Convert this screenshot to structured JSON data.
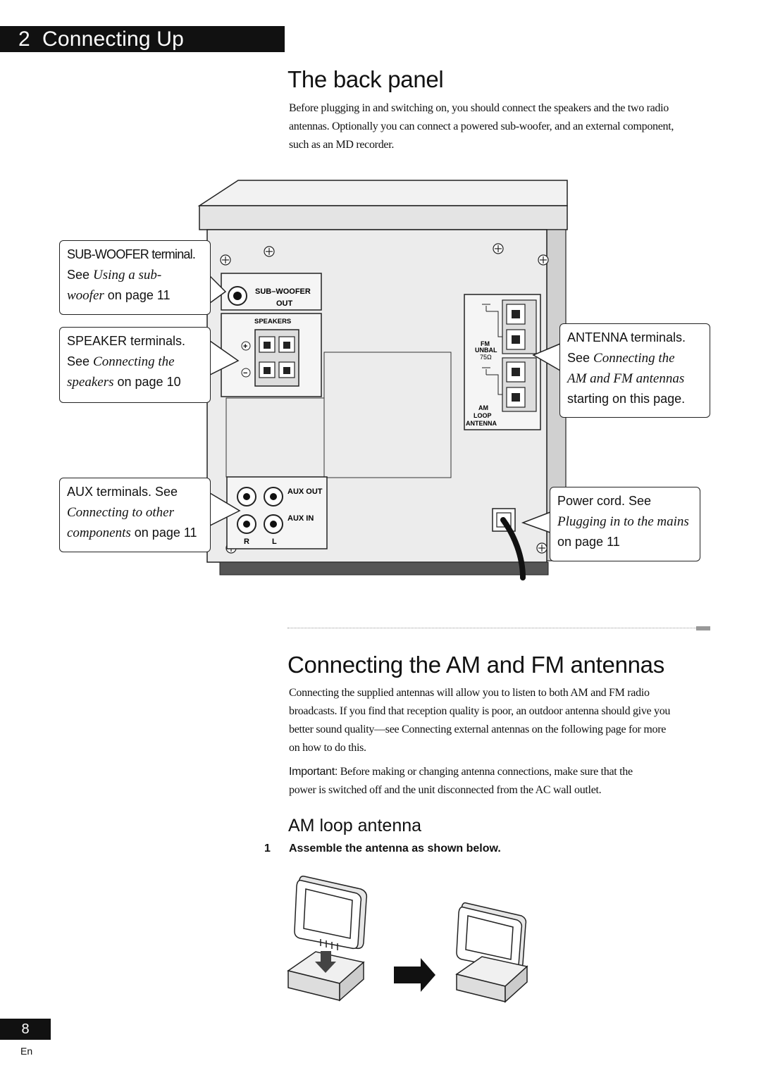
{
  "section": {
    "number": "2",
    "title": "Connecting Up"
  },
  "back_panel": {
    "title": "The back panel",
    "intro": [
      "Before plugging in and switching on, you should connect the speakers and the two radio",
      "antennas. Optionally you can connect a powered sub-woofer, and an external component,",
      "such as an MD recorder."
    ]
  },
  "diagram": {
    "labels": {
      "subwoofer_out_1": "SUB–WOOFER",
      "subwoofer_out_2": "OUT",
      "speakers": "SPEAKERS",
      "plus": "+",
      "minus": "−",
      "fm": "FM",
      "unbal": "UNBAL",
      "ohm": "75Ω",
      "am": "AM",
      "loop": "LOOP",
      "antenna": "ANTENNA",
      "aux_out": "AUX  OUT",
      "aux_in": "AUX  IN",
      "r": "R",
      "l": "L"
    },
    "callouts": {
      "subwoofer": {
        "line1": "SUB-WOOFER terminal.",
        "see": "See",
        "ref": "Using a sub-",
        "ref2": "woofer",
        "page": "on page 11"
      },
      "speaker": {
        "line1": "SPEAKER terminals.",
        "see": "See",
        "ref": "Connecting the",
        "ref2": "speakers",
        "page": "on page 10"
      },
      "aux": {
        "line1": "AUX terminals. See",
        "ref": "Connecting to other",
        "ref2": "components",
        "page": "on page 11"
      },
      "antenna": {
        "line1": "ANTENNA terminals.",
        "see": "See",
        "ref": "Connecting the",
        "ref2": "AM and FM antennas",
        "page": "starting on this page."
      },
      "power": {
        "line1": "Power cord. See",
        "ref": "Plugging in to the mains",
        "page": "on page 11"
      }
    }
  },
  "antennas": {
    "title": "Connecting the AM and FM antennas",
    "para1": [
      "Connecting the supplied antennas will allow you to listen to both AM and FM radio",
      "broadcasts. If you find that reception quality is poor, an outdoor antenna should give you",
      "better sound quality—see Connecting external antennas on the following page for more",
      "on how to do this."
    ],
    "important_label": "Important:",
    "important_text": [
      "Before making or changing antenna connections, make sure that the",
      "power is switched off and the unit disconnected from the AC wall outlet."
    ],
    "am_loop": {
      "title": "AM loop antenna",
      "step_num": "1",
      "step_text": "Assemble the antenna as shown below."
    }
  },
  "footer": {
    "page_number": "8",
    "lang": "En"
  }
}
